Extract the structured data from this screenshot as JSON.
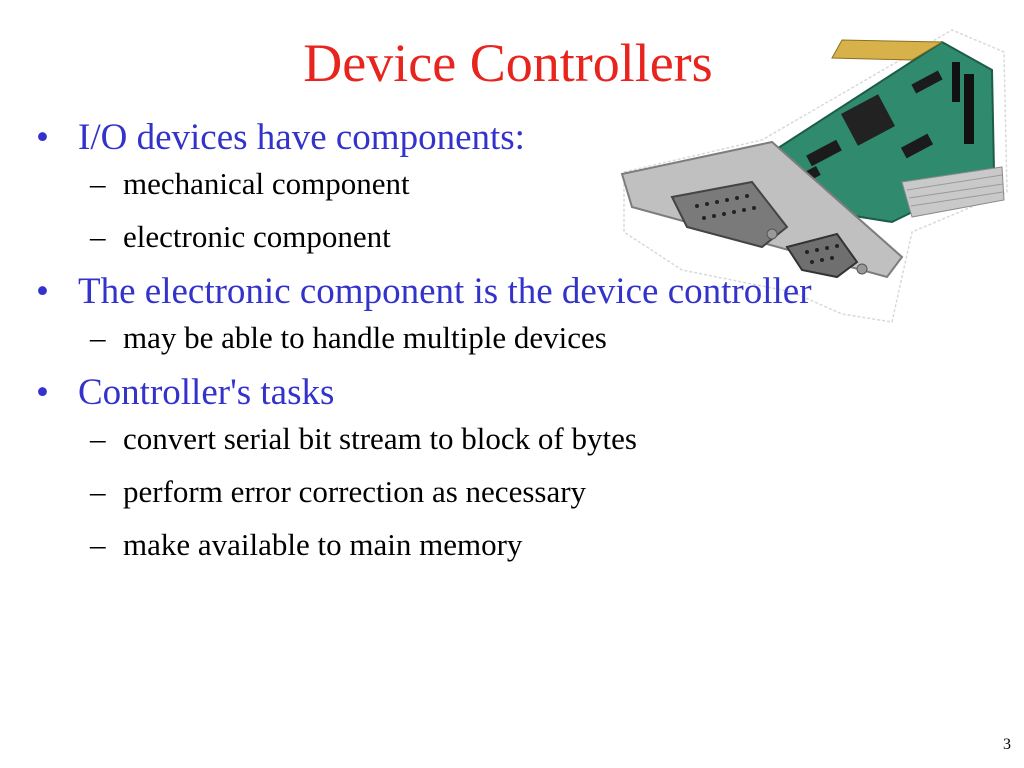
{
  "slide": {
    "title": "Device Controllers",
    "page_number": "3",
    "bullet_glyph": "•",
    "dash_glyph": "–"
  },
  "bullets": [
    {
      "text": "I/O devices have components:",
      "sub": [
        "mechanical component",
        "electronic component"
      ]
    },
    {
      "text": "The electronic component is the device controller",
      "sub": [
        "may be able to handle multiple devices"
      ]
    },
    {
      "text": "Controller's tasks",
      "sub": [
        "convert serial bit stream to block of bytes",
        "perform error correction as necessary",
        "make available to main memory"
      ]
    }
  ],
  "image": {
    "icon": "expansion-card-image"
  },
  "colors": {
    "title": "#e8241e",
    "bullet_text": "#3333cc",
    "sub_text": "#000000",
    "pcb": "#2f8a6e"
  }
}
